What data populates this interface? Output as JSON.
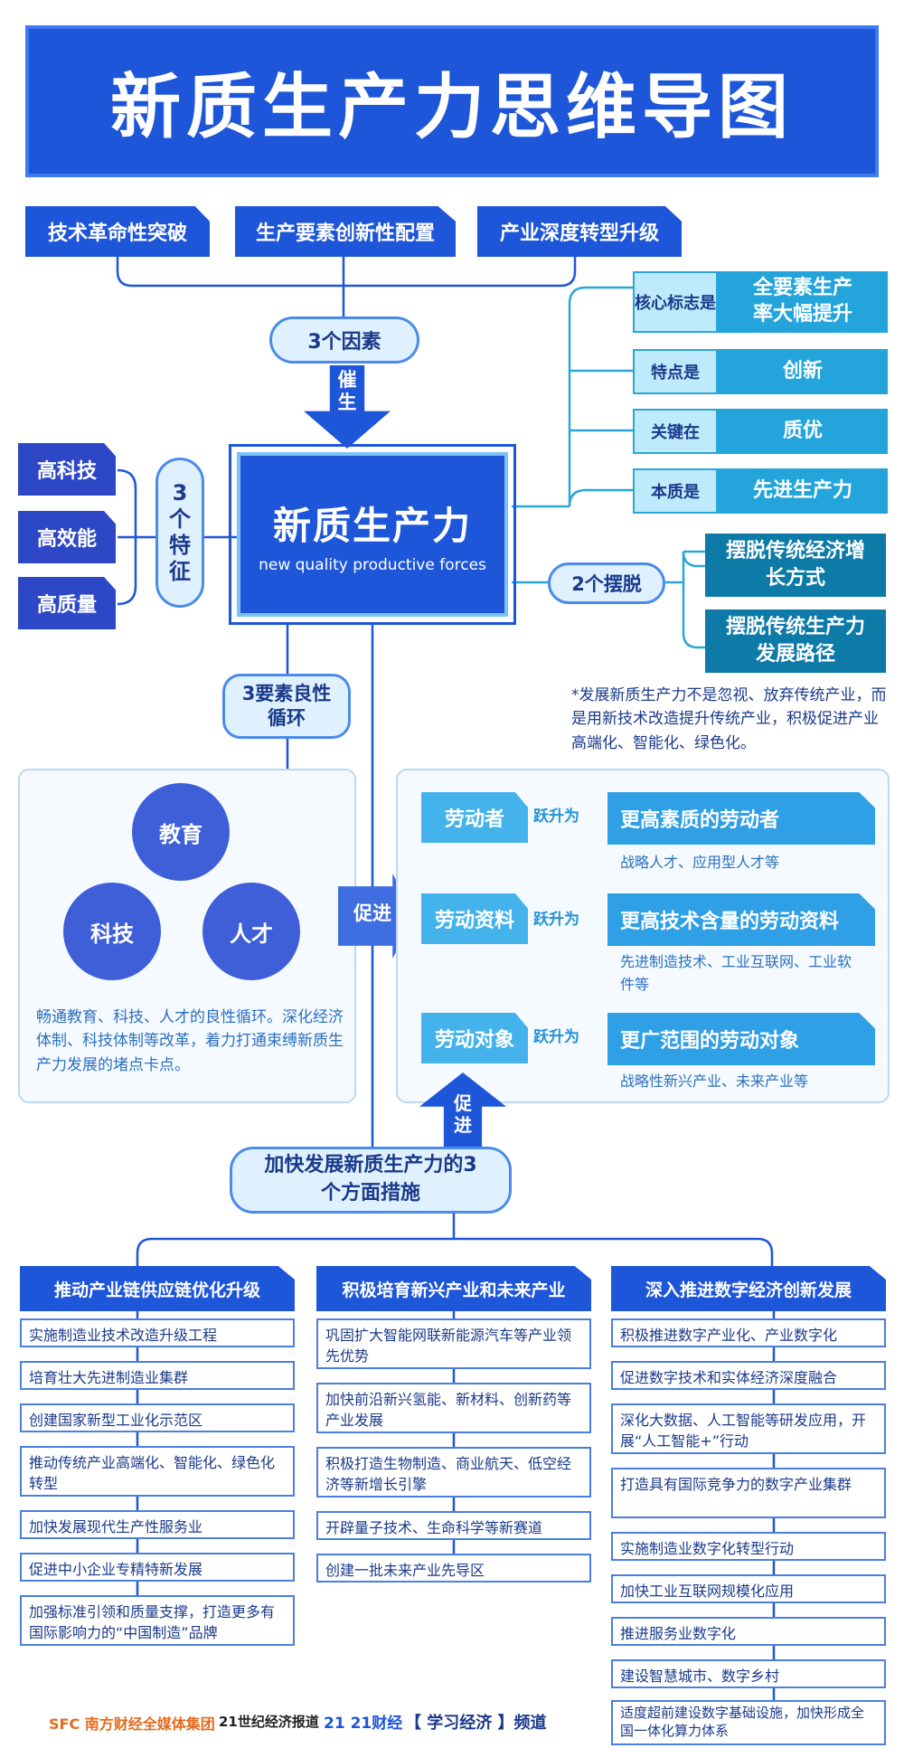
{
  "title": "新质生产力思维导图",
  "factors": [
    "技术革命性突破",
    "生产要素创新性配置",
    "产业深度转型升级"
  ],
  "factors_pill": "3个因素",
  "cuisheng": "催生",
  "center": {
    "title": "新质生产力",
    "subtitle": "new quality productive forces"
  },
  "right_attrs": [
    {
      "label": "核心标志是",
      "value": "全要素生产率大幅提升"
    },
    {
      "label": "特点是",
      "value": "创新"
    },
    {
      "label": "关键在",
      "value": "质优"
    },
    {
      "label": "本质是",
      "value": "先进生产力"
    }
  ],
  "features_pill": "3个特征",
  "features": [
    "高科技",
    "高效能",
    "高质量"
  ],
  "baituo_pill": "2个摆脱",
  "baituo": [
    "摆脱传统经济增长方式",
    "摆脱传统生产力发展路径"
  ],
  "note": "*发展新质生产力不是忽视、放弃传统产业，而是用新技术改造提升传统产业，积极促进产业高端化、智能化、绿色化。",
  "cycle_pill": "3要素良性循环",
  "cycle_nodes": [
    "教育",
    "科技",
    "人才"
  ],
  "cycle_text": "畅通教育、科技、人才的良性循环。深化经济体制、科技体制等改革，着力打通束缚新质生产力发展的堵点卡点。",
  "cujin_right": "促进",
  "cujin_up": "促进",
  "leap_word": "跃升为",
  "labor": [
    {
      "from": "劳动者",
      "to": "更高素质的劳动者",
      "desc": "战略人才、应用型人才等"
    },
    {
      "from": "劳动资料",
      "to": "更高技术含量的劳动资料",
      "desc": "先进制造技术、工业互联网、工业软件等"
    },
    {
      "from": "劳动对象",
      "to": "更广范围的劳动对象",
      "desc": "战略性新兴产业、未来产业等"
    }
  ],
  "measures_pill": "加快发展新质生产力的3个方面措施",
  "columns": [
    {
      "head": "推动产业链供应链优化升级",
      "items": [
        "实施制造业技术改造升级工程",
        "培育壮大先进制造业集群",
        "创建国家新型工业化示范区",
        "推动传统产业高端化、智能化、绿色化转型",
        "加快发展现代生产性服务业",
        "促进中小企业专精特新发展",
        "加强标准引领和质量支撑，打造更多有国际影响力的“中国制造”品牌"
      ]
    },
    {
      "head": "积极培育新兴产业和未来产业",
      "items": [
        "巩固扩大智能网联新能源汽车等产业领先优势",
        "加快前沿新兴氢能、新材料、创新药等产业发展",
        "积极打造生物制造、商业航天、低空经济等新增长引擎",
        "开辟量子技术、生命科学等新赛道",
        "创建一批未来产业先导区"
      ]
    },
    {
      "head": "深入推进数字经济创新发展",
      "items": [
        "积极推进数字产业化、产业数字化",
        "促进数字技术和实体经济深度融合",
        "深化大数据、人工智能等研发应用，开展“人工智能+”行动",
        "打造具有国际竞争力的数字产业集群",
        "实施制造业数字化转型行动",
        "加快工业互联网规模化应用",
        "推进服务业数字化",
        "建设智慧城市、数字乡村",
        "适度超前建设数字基础设施，加快形成全国一体化算力体系"
      ]
    }
  ],
  "footer": {
    "logo1": "SFC 南方财经全媒体集团",
    "logo2": "21世纪经济报道",
    "logo3": "21 21财经",
    "channel": "【 学习经济 】频道"
  },
  "colors": {
    "primary": "#1e56d9",
    "cyan": "#23a5dc",
    "teal": "#0d7aa8",
    "light": "#dff0ff"
  }
}
